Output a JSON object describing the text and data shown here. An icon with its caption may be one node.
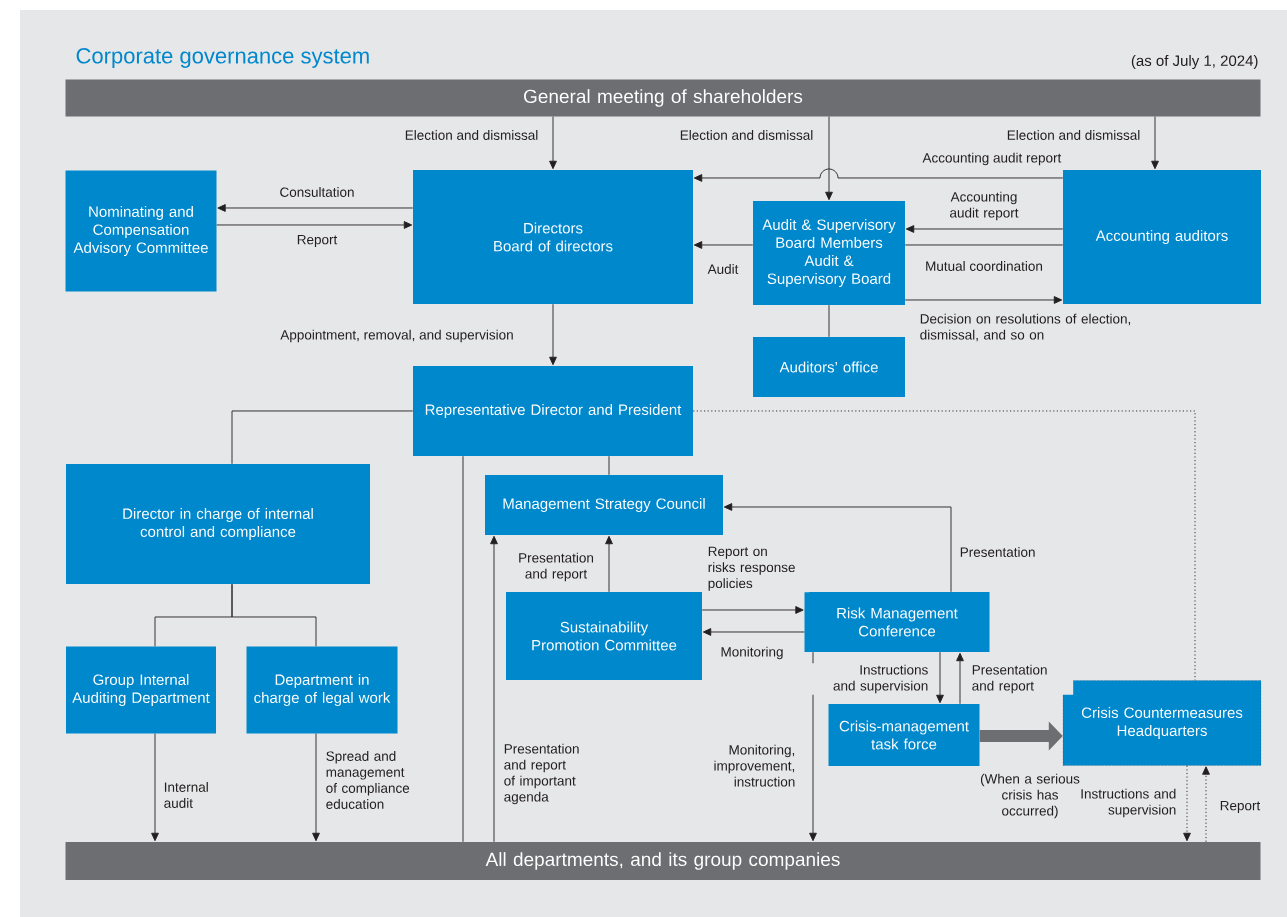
{
  "diagram": {
    "title": "Corporate governance system",
    "nodes": [
      {
        "text": [
          "General meeting of shareholders"
        ]
      },
      {
        "text": [
          "Nominating and Compensation Advisory Committee"
        ]
      },
      {
        "text": [
          "Directors",
          "Board of directors"
        ]
      },
      {
        "text": [
          "Audit & Supervisory Board Members Audit & Supervisory Board"
        ]
      },
      {
        "text": [
          "Accounting auditors"
        ]
      },
      {
        "text": [
          "Auditors’ office"
        ]
      },
      {
        "text": [
          "Representative Director and President"
        ]
      },
      {
        "text": [
          "Director in charge of internal control and compliance"
        ]
      },
      {
        "text": [
          "Management Strategy Council"
        ]
      },
      {
        "text": [
          "Sustainability Promotion Committee"
        ]
      },
      {
        "text": [
          "Risk Management Conference"
        ]
      },
      {
        "text": [
          "Group Internal Auditing Department"
        ]
      },
      {
        "text": [
          "Department in charge of legal work"
        ]
      },
      {
        "text": [
          "Crisis-management task force"
        ]
      },
      {
        "text": [
          "Crisis Countermeasures Headquarters"
        ]
      },
      {
        "text": [
          "All departments, and its group companies"
        ]
      }
    ],
    "edges": [
      {
        "from": 0,
        "to": 2,
        "arrow": "to",
        "label": "Election and dismissal"
      },
      {
        "from": 0,
        "to": 3,
        "arrow": "to",
        "label": "Election and dismissal"
      },
      {
        "from": 0,
        "to": 4,
        "arrow": "to",
        "label": "Election and dismissal"
      },
      {
        "from": 4,
        "to": 2,
        "arrow": "to",
        "label": "Accounting audit report"
      },
      {
        "from": 2,
        "to": 1,
        "arrow": "to",
        "label": "Consultation"
      },
      {
        "from": 1,
        "to": 2,
        "arrow": "to",
        "label": "Report"
      },
      {
        "from": 4,
        "to": 3,
        "arrow": "to",
        "label": "Accounting audit report"
      },
      {
        "from": 3,
        "to": 2,
        "arrow": "to",
        "label": "Audit"
      },
      {
        "from": 3,
        "to": 4,
        "arrow": "none",
        "label": "Mutual coordination"
      },
      {
        "from": 3,
        "to": 4,
        "arrow": "to",
        "label": "Decision on resolutions of election, dismissal, and so on"
      },
      {
        "from": 3,
        "to": 5,
        "arrow": "none"
      },
      {
        "from": 2,
        "to": 6,
        "arrow": "to",
        "label": "Appointment, removal, and supervision"
      },
      {
        "from": 6,
        "to": 7,
        "arrow": "none"
      },
      {
        "from": 6,
        "to": 8,
        "arrow": "none"
      },
      {
        "from": 6,
        "to": 15,
        "arrow": "none"
      },
      {
        "from": 15,
        "to": 8,
        "arrow": "to",
        "label": "Presentation and report of important agenda"
      },
      {
        "from": 9,
        "to": 8,
        "arrow": "to",
        "label": "Presentation and report"
      },
      {
        "from": 9,
        "to": 10,
        "arrow": "to",
        "label": "Report on risks response policies"
      },
      {
        "from": 10,
        "to": 9,
        "arrow": "to",
        "label": "Monitoring"
      },
      {
        "from": 10,
        "to": 8,
        "arrow": "to",
        "label": "Presentation"
      },
      {
        "from": 10,
        "to": 15,
        "arrow": "to",
        "label": "Monitoring, improvement, instruction"
      },
      {
        "from": 10,
        "to": 13,
        "arrow": "to",
        "label": "Instructions and supervision"
      },
      {
        "from": 13,
        "to": 10,
        "arrow": "to",
        "label": "Presentation and report"
      },
      {
        "from": 13,
        "to": 14,
        "arrow": "to",
        "label": "(When a serious crisis has occurred)",
        "style": "thick",
        "color": "#6d6e71"
      },
      {
        "from": 6,
        "to": 14,
        "arrow": "none",
        "style": "dashed"
      },
      {
        "from": 14,
        "to": 15,
        "arrow": "to",
        "label": "Instructions and supervision",
        "style": "dashed"
      },
      {
        "from": 15,
        "to": 14,
        "arrow": "to",
        "label": "Report",
        "style": "dashed"
      },
      {
        "from": 7,
        "to": 11,
        "arrow": "none"
      },
      {
        "from": 7,
        "to": 12,
        "arrow": "none"
      },
      {
        "from": 11,
        "to": 15,
        "arrow": "to",
        "label": "Internal audit"
      },
      {
        "from": 12,
        "to": 15,
        "arrow": "to",
        "label": "Spread and management of compliance education"
      }
    ],
    "labels": [
      "(as of July 1, 2024)"
    ]
  }
}
